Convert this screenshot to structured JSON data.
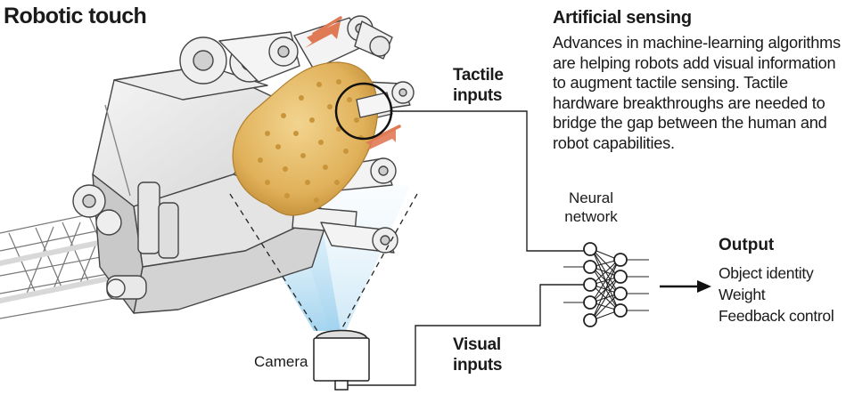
{
  "title": "Robotic touch",
  "sensing": {
    "heading": "Artificial sensing",
    "body": "Advances in machine-learning algorithms are helping robots add visual information to augment tactile sensing. Tactile hardware breakthroughs are needed to bridge the gap between the human and robot capabilities."
  },
  "labels": {
    "tactile": [
      "Tactile",
      "inputs"
    ],
    "visual": [
      "Visual",
      "inputs"
    ],
    "neural_network": [
      "Neural",
      "network"
    ],
    "camera": "Camera"
  },
  "output": {
    "heading": "Output",
    "items": [
      "Object identity",
      "Weight",
      "Feedback control"
    ]
  },
  "colors": {
    "object_fill": "#e3b85c",
    "object_shade": "#c9953a",
    "motion_arrow": "#e07a55",
    "camera_beam": "#bfe0f2",
    "line": "#1a1a1a",
    "metal_light": "#f3f3f3",
    "metal_mid": "#d9d9d9"
  },
  "icons": [
    "robotic-hand",
    "spiky-object",
    "camera-icon",
    "neural-network-icon",
    "output-arrow-icon",
    "motion-arrow-icon"
  ]
}
